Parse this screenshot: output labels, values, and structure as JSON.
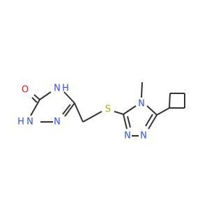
{
  "colors": {
    "bond": "#333333",
    "oxygen": "#ff0d0d",
    "nitrogen": "#3050f8",
    "sulfur": "#b2b200"
  },
  "atoms": {
    "O": "O",
    "NH_4": "N",
    "H_4": "H",
    "HN_1": "N",
    "H_1": "H",
    "N_2": "N",
    "S": "S",
    "N_methyl": "N",
    "N_a": "N",
    "N_b": "N"
  }
}
